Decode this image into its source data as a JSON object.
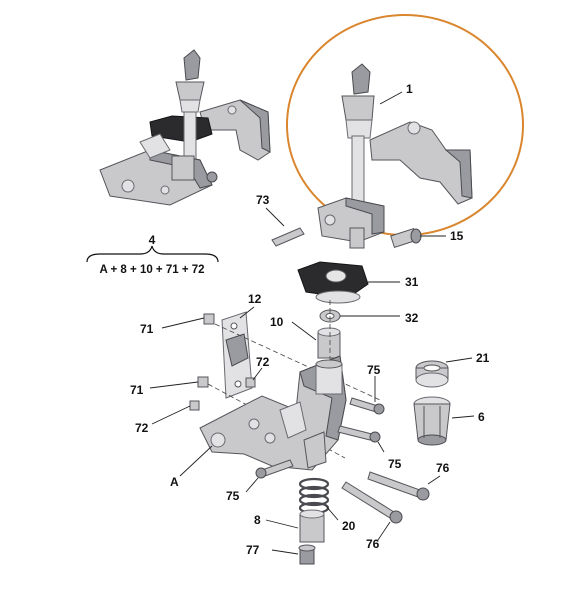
{
  "colors": {
    "highlight_ellipse": "#d9862e",
    "part_fill": "#c9c9cc",
    "part_stroke": "#55565a",
    "rubber": "#2b2b2e",
    "text": "#111111"
  },
  "formula": {
    "number": "4",
    "text": "A + 8 + 10 + 71 + 72"
  },
  "callouts": {
    "c1": "1",
    "c73": "73",
    "c15": "15",
    "c31": "31",
    "c12": "12",
    "c10": "10",
    "c32": "32",
    "c71a": "71",
    "c72a": "72",
    "c71b": "71",
    "c72b": "72",
    "c75a": "75",
    "c21": "21",
    "c6": "6",
    "cA": "A",
    "c75b": "75",
    "c76a": "76",
    "c75c": "75",
    "c8": "8",
    "c20": "20",
    "c76b": "76",
    "c77": "77"
  }
}
